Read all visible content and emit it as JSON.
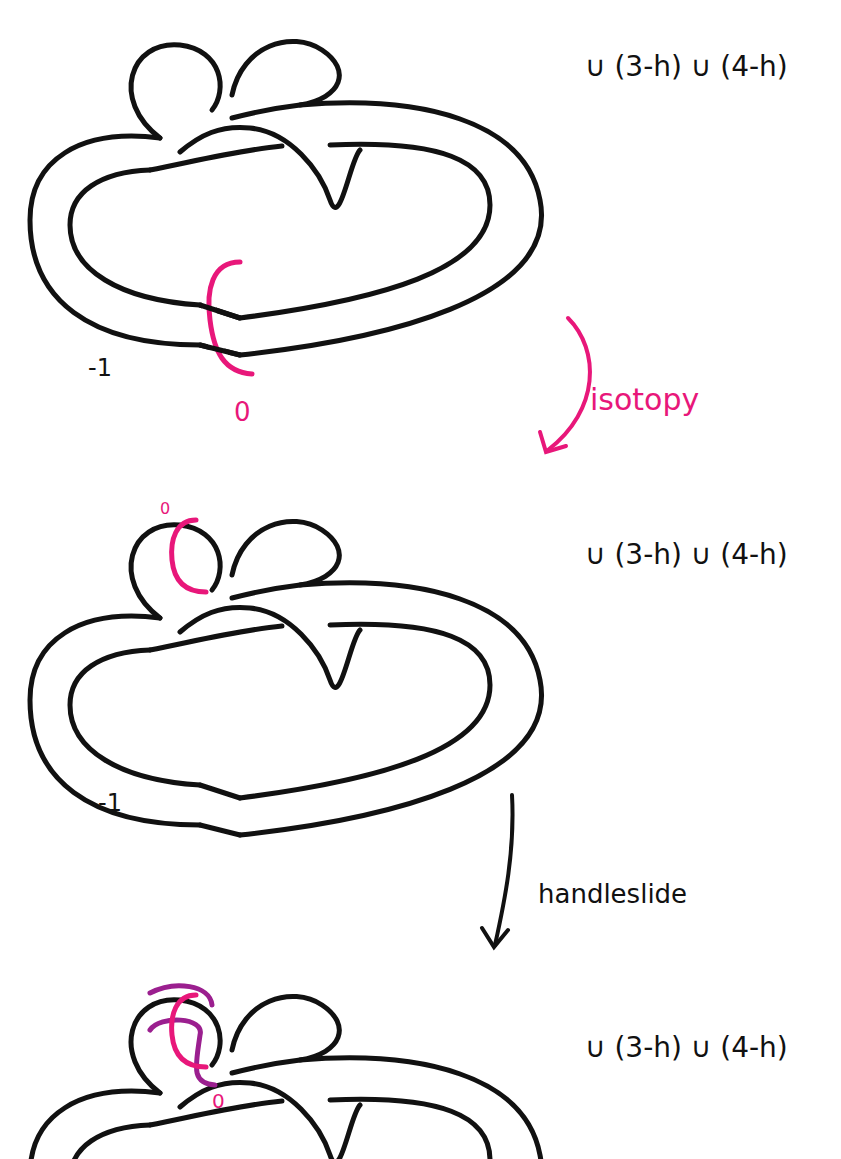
{
  "diagram": {
    "labels": [
      "∪ (3-h) ∪ (4-h)",
      "-1",
      "0",
      "isotopy",
      "∪ (3-h) ∪ (4-h)",
      "0",
      "-1",
      "handleslide",
      "∪ (3-h) ∪ (4-h)",
      "0"
    ]
  }
}
